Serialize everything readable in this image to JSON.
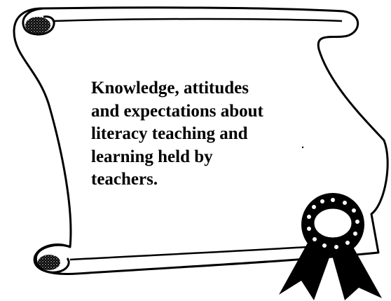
{
  "scroll": {
    "text_lines": [
      "Knowledge, attitudes",
      "and expectations about",
      "literacy teaching and",
      "learning held by",
      "teachers."
    ]
  },
  "colors": {
    "ink": "#000000",
    "paper": "#ffffff"
  },
  "icons": {
    "award": "rosette-ribbon-icon",
    "scroll": "parchment-scroll-icon"
  }
}
